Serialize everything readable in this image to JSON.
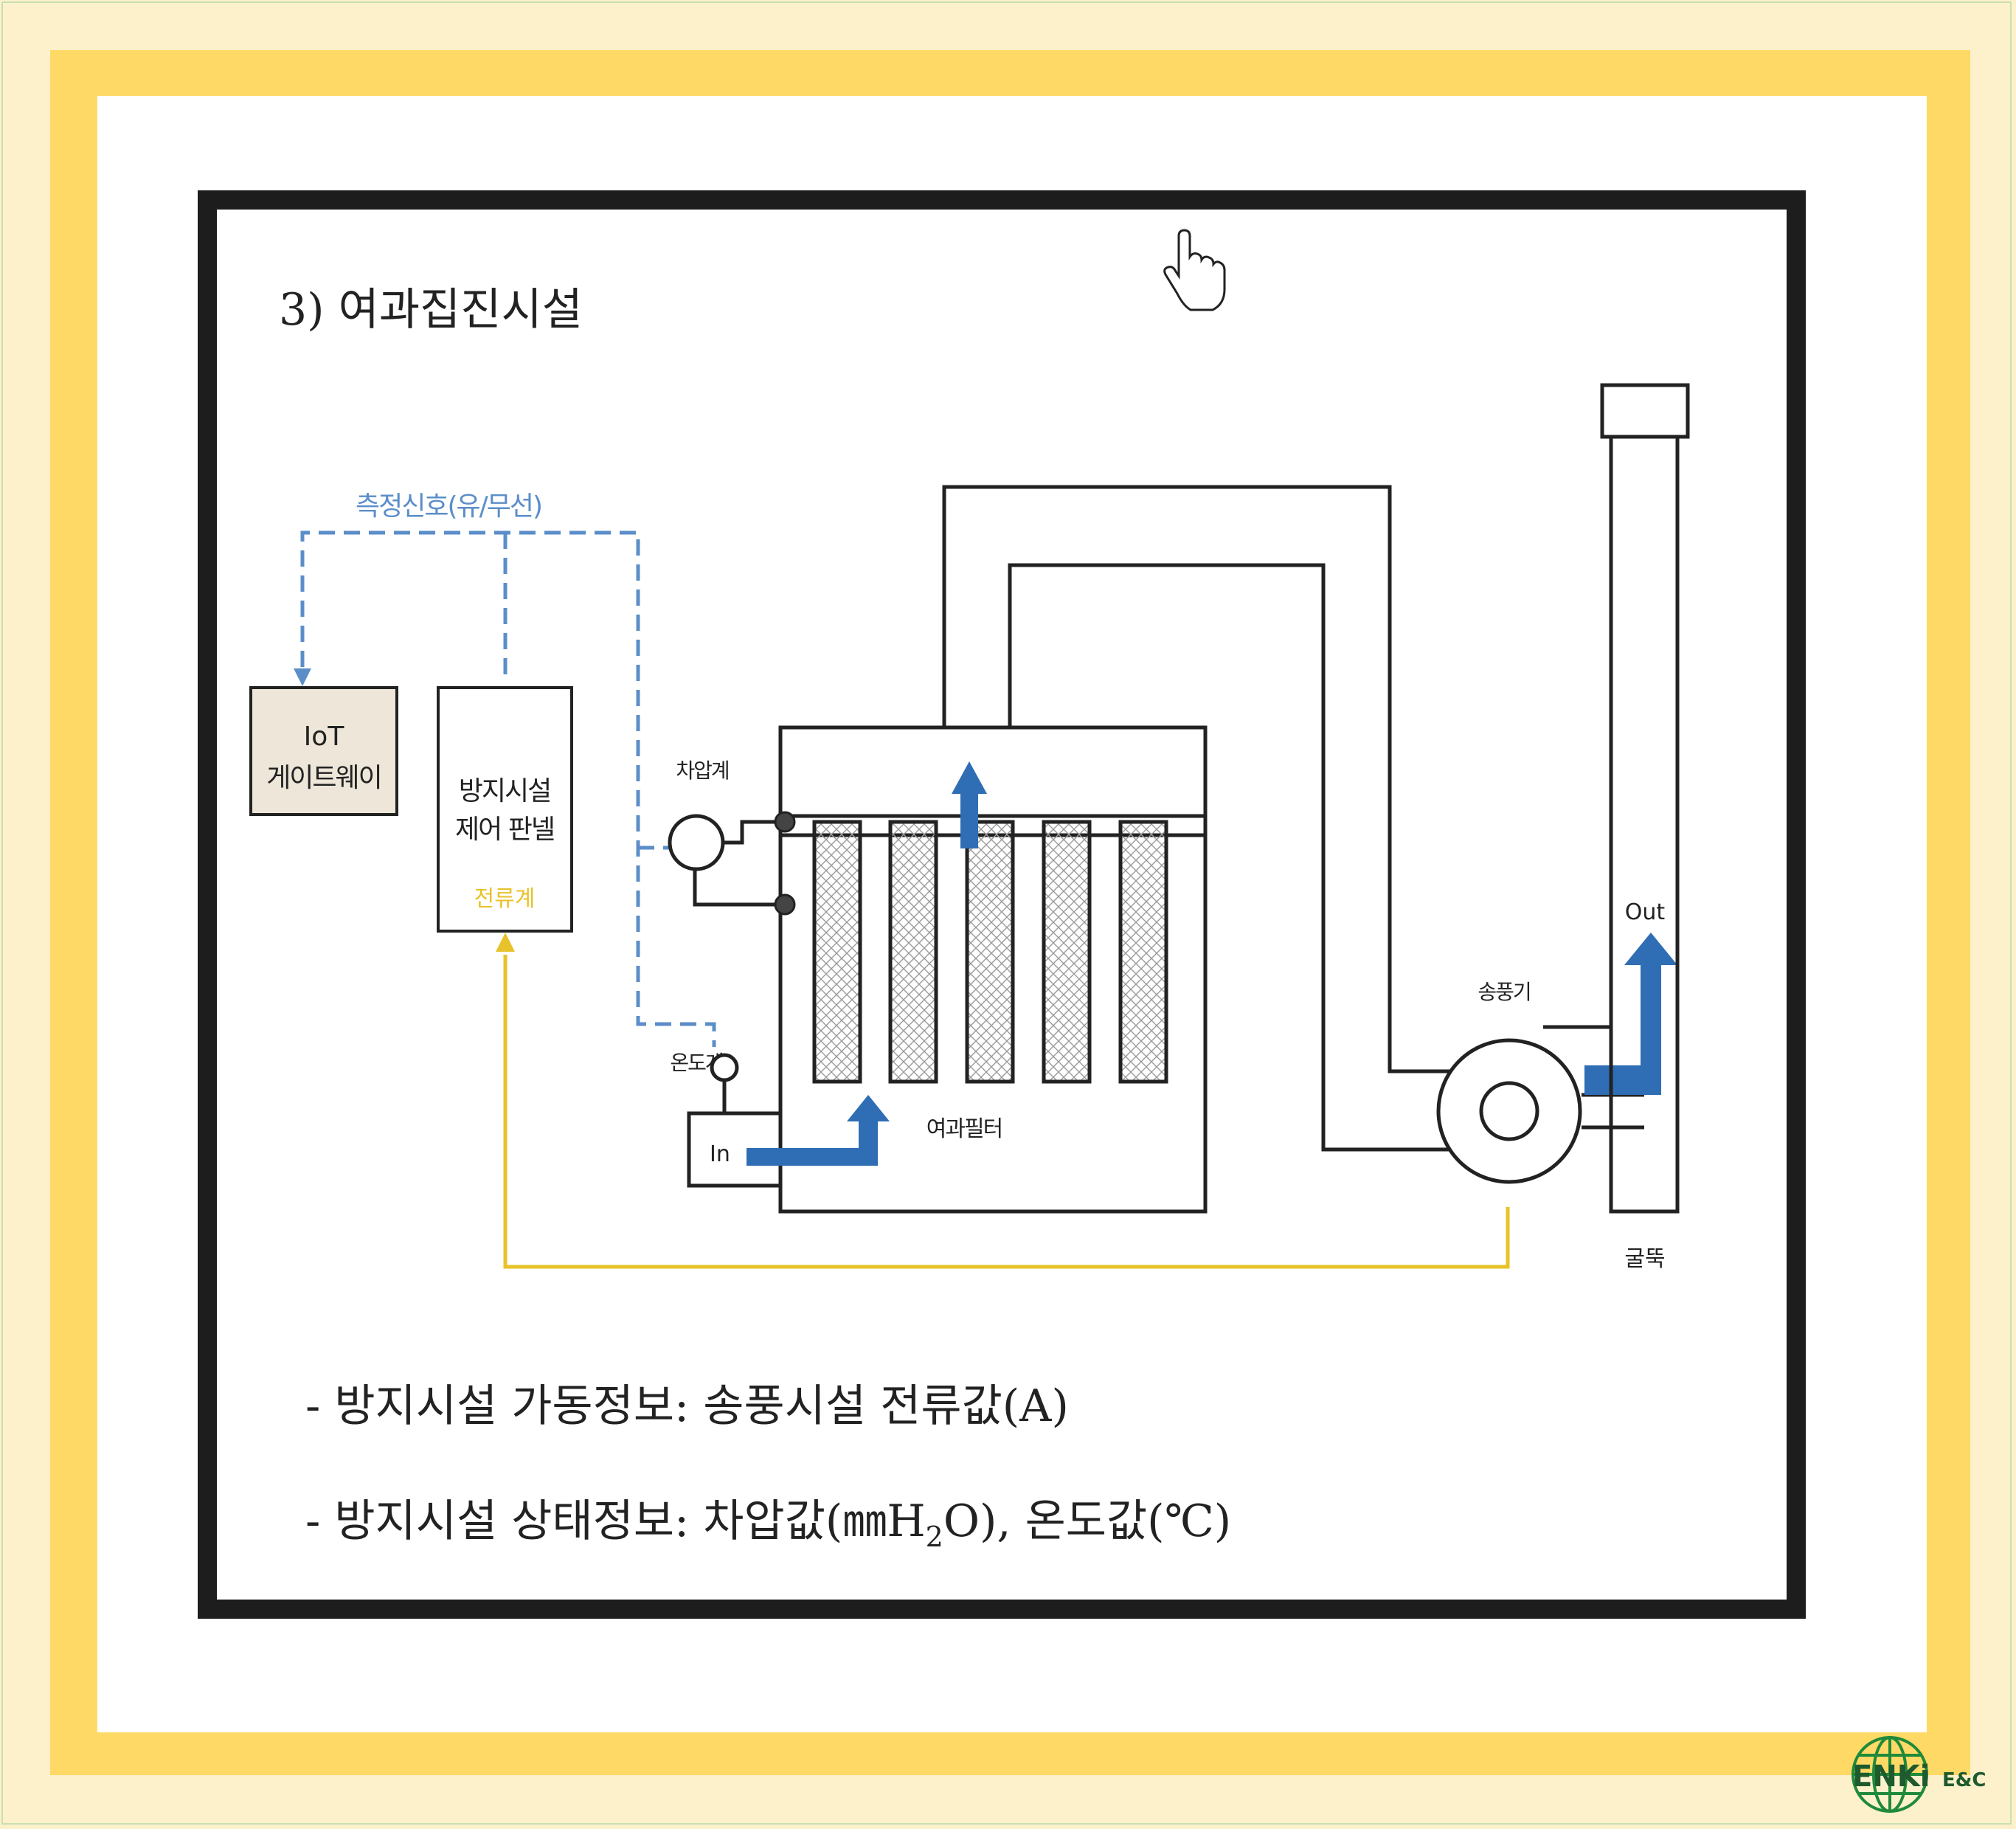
{
  "slide": {
    "title": "3) 여과집진시설",
    "signal_label": "측정신호(유/무선)",
    "iot_gateway": [
      "IoT",
      "게이트웨이"
    ],
    "control_panel": [
      "방지시설",
      "제어 판넬"
    ],
    "ammeter_label": "전류계",
    "diff_pressure_label": "차압계",
    "thermometer_label": "온도계",
    "inlet_label": "In",
    "filter_label": "여과필터",
    "blower_label": "송풍기",
    "outlet_label": "Out",
    "stack_label": "굴뚝",
    "bullet1": "- 방지시설 가동정보: 송풍시설 전류값(A)",
    "bullet2_prefix": "- 방지시설 상태정보: 차압값(㎜H",
    "bullet2_sub": "2",
    "bullet2_suffix": "O), 온도값(℃)"
  },
  "colors": {
    "signal_line": "#5b8ec9",
    "current_line": "#e8c22a",
    "flow_arrow": "#2f6db5",
    "frame_yellow": "#ffd966",
    "logo_green": "#1f8a3a"
  },
  "logo": {
    "brand": "ENKi",
    "suffix": "E&C"
  }
}
